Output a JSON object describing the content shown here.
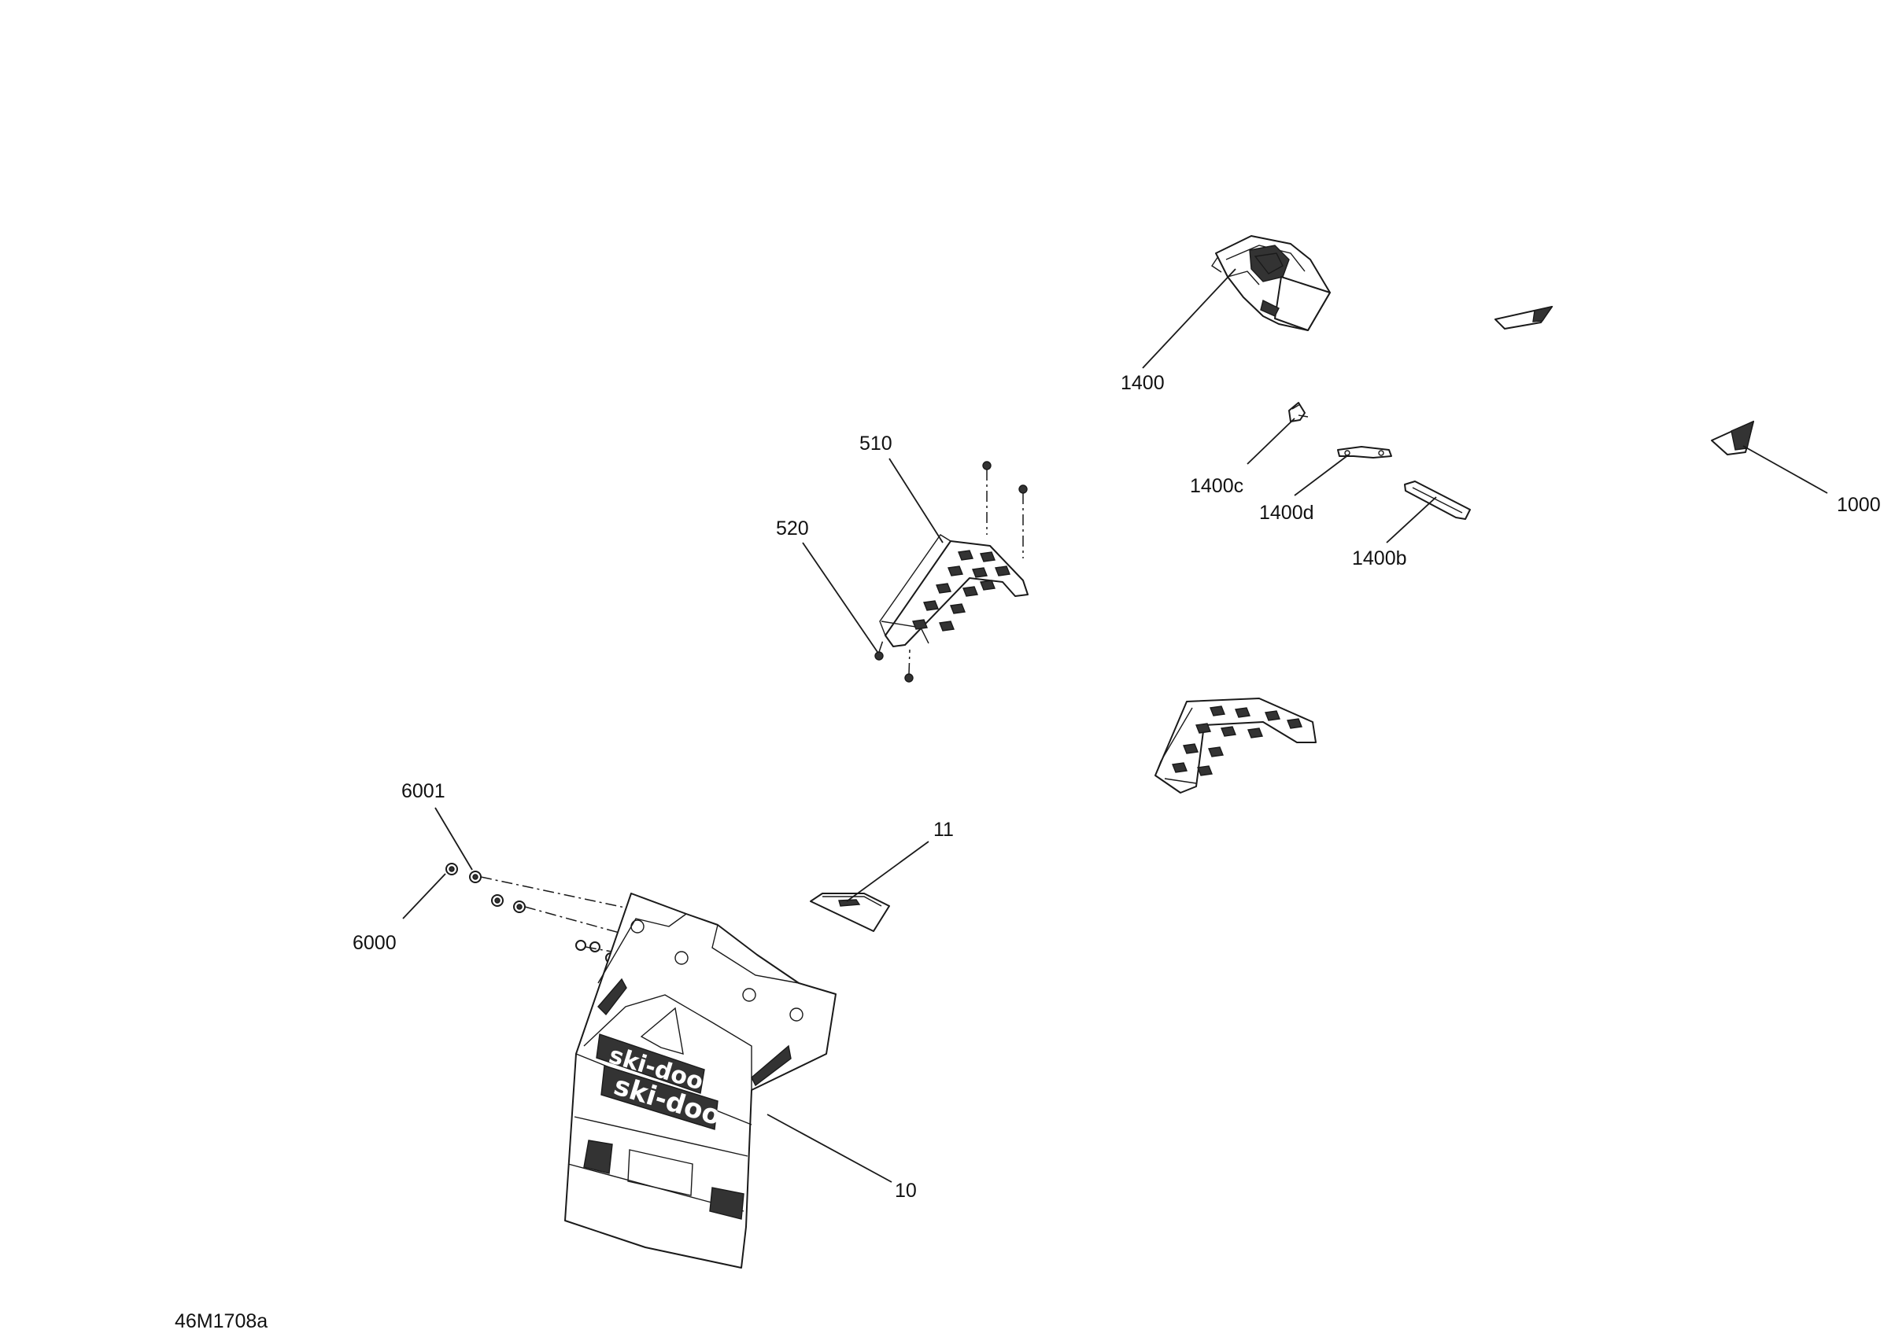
{
  "figure": {
    "code": "46M1708a"
  },
  "callouts": {
    "p1400": "1400",
    "p1400c": "1400c",
    "p1400d": "1400d",
    "p1400b": "1400b",
    "p1000": "1000",
    "p510": "510",
    "p520": "520",
    "p6001": "6001",
    "p6000": "6000",
    "p11": "11",
    "p10": "10"
  },
  "logo_text": "ski-doo",
  "colors": {
    "ink": "#1a1a1a",
    "background": "#ffffff"
  }
}
